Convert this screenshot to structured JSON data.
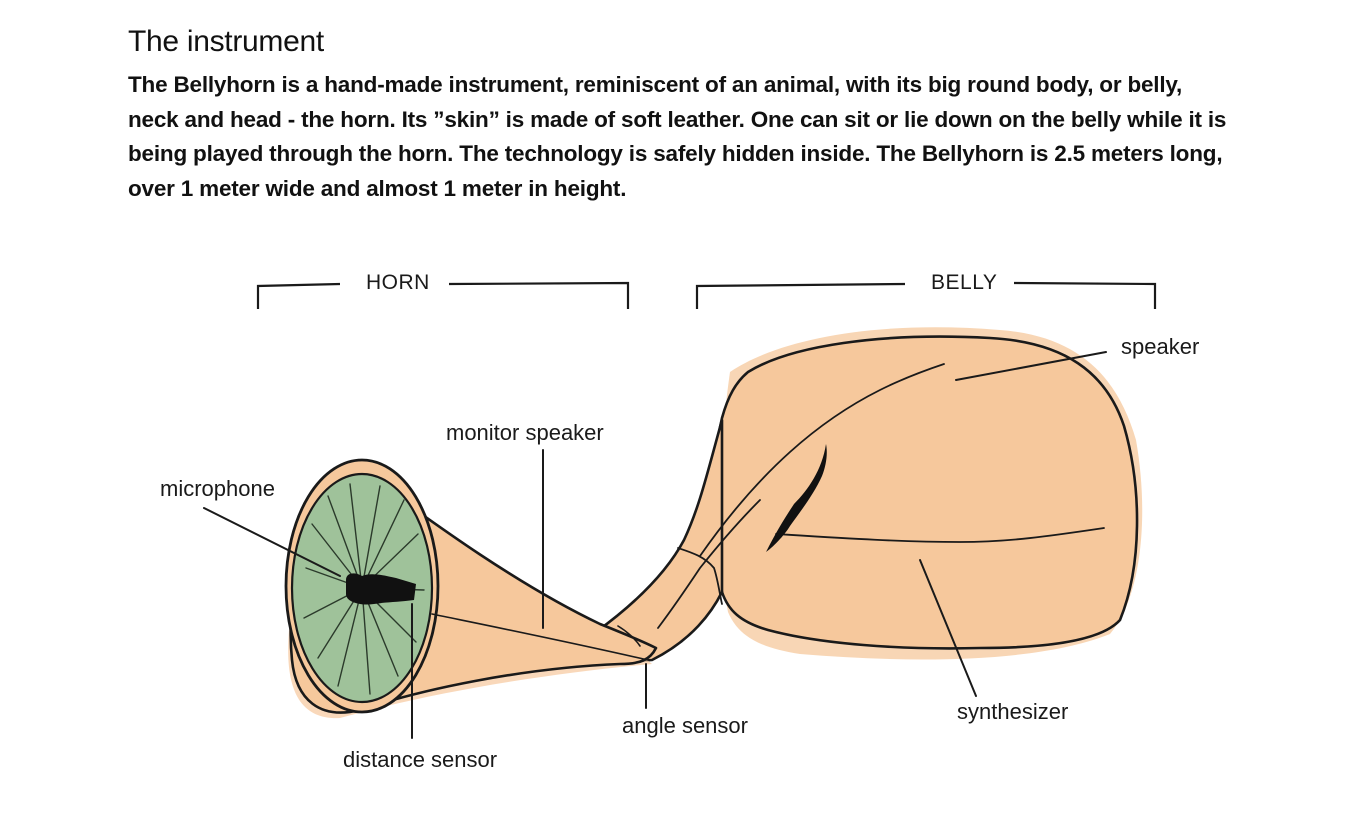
{
  "heading": "The instrument",
  "intro": "The Bellyhorn is a hand-made instrument, reminiscent of an animal, with its big round body, or belly, neck and head - the horn. Its ”skin” is made of soft leather. One can sit or lie down on the belly while it is being played through the horn. The technology is safely hidden inside. The Bellyhorn is 2.5 meters long, over 1 meter wide and almost 1 meter in height.",
  "diagram": {
    "sections": {
      "horn": "HORN",
      "belly": "BELLY"
    },
    "labels": {
      "speaker": "speaker",
      "monitor_speaker": "monitor speaker",
      "microphone": "microphone",
      "angle_sensor": "angle sensor",
      "synthesizer": "synthesizer",
      "distance_sensor": "distance sensor"
    },
    "colors": {
      "leather": "#f6c89c",
      "horn_opening": "#9fc29a",
      "outline": "#1a1a1a"
    }
  }
}
